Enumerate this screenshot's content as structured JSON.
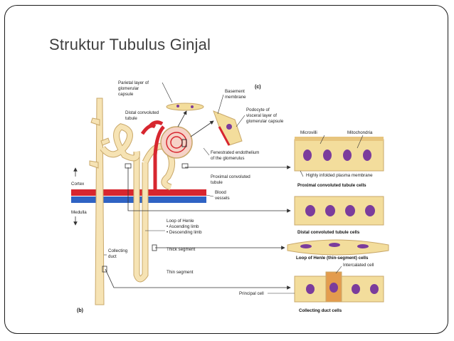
{
  "slide": {
    "title": "Struktur Tubulus Ginjal"
  },
  "figure": {
    "panel_b": "(b)",
    "panel_c": "(c)",
    "labels": {
      "parietal_layer": [
        "Parietal layer of",
        "glomerular",
        "capsule"
      ],
      "basement_membrane": [
        "Basement",
        "membrane"
      ],
      "podocyte": [
        "Podocyte of",
        "visceral layer of",
        "glomerular capsule"
      ],
      "distal_convoluted": [
        "Distal convoluted",
        "tubule"
      ],
      "fenestrated": [
        "Fenestrated endothelium",
        "of the glomerulus"
      ],
      "proximal_convoluted": [
        "Proximal convoluted",
        "tubule"
      ],
      "cortex": "Cortex",
      "medulla": "Medulla",
      "blood_vessels": [
        "Blood",
        "vessels"
      ],
      "loop_of_henle": [
        "Loop of Henle",
        "• Ascending limb",
        "• Descending limb"
      ],
      "collecting_duct": [
        "Collecting",
        "duct"
      ],
      "thick_segment": "Thick segment",
      "thin_segment": "Thin segment",
      "microvilli": "Microvilli",
      "mitochondria": "Mitochondria",
      "infolded_membrane": "Highly infolded plasma membrane",
      "proximal_cells": "Proximal convoluted tubule cells",
      "distal_cells": "Distal convoluted tubule cells",
      "henle_cells": "Loop of Henle (thin-segment) cells",
      "intercalated_cell": "Intercalated cell",
      "principal_cell": "Principal cell",
      "collecting_cells": "Collecting duct cells"
    }
  },
  "colors": {
    "tubule": "#f6e3b4",
    "tubule_edge": "#c9a86a",
    "artery": "#d7262f",
    "vein": "#2f63c4",
    "nucleus": "#7b3c9c",
    "cell": "#f3dd9c",
    "line": "#333333"
  }
}
